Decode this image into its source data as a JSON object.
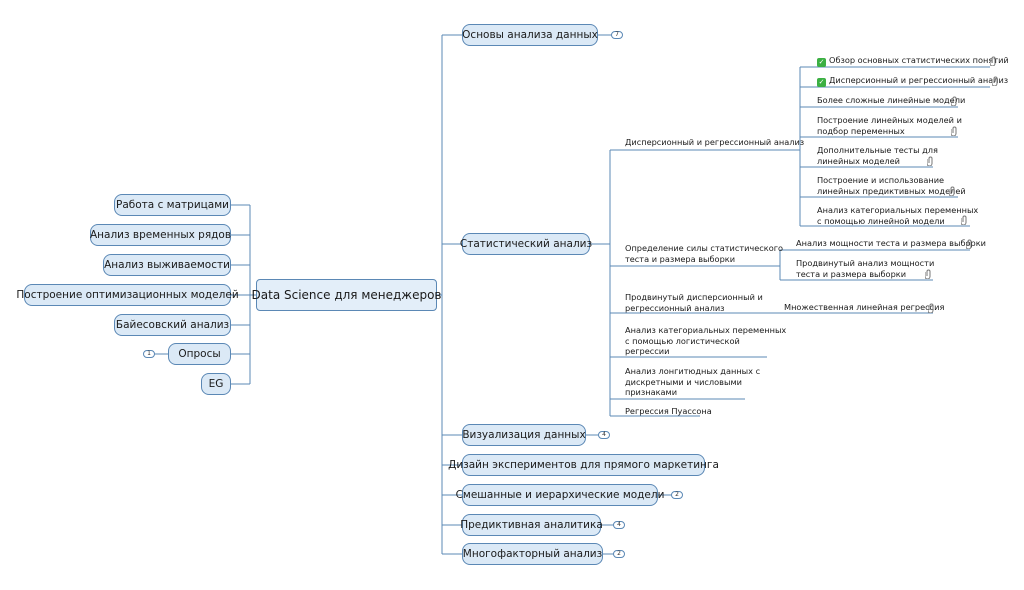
{
  "center": "Data Science для менеджеров",
  "left_topics": [
    {
      "label": "Работа с матрицами"
    },
    {
      "label": "Анализ временных рядов"
    },
    {
      "label": "Анализ выживаемости"
    },
    {
      "label": "Построение оптимизационных моделей"
    },
    {
      "label": "Байесовский анализ"
    },
    {
      "label": "Опросы",
      "badge": "1"
    },
    {
      "label": "EG"
    }
  ],
  "right_topics": [
    {
      "label": "Основы анализа данных",
      "badge": "7"
    },
    {
      "label": "Статистический анализ"
    },
    {
      "label": "Визуализация данных",
      "badge": "4"
    },
    {
      "label": "Дизайн экспериментов для прямого маркетинга"
    },
    {
      "label": "Смешанные и иерархические модели",
      "badge": "2"
    },
    {
      "label": "Предиктивная аналитика",
      "badge": "4"
    },
    {
      "label": "Многофакторный анализ",
      "badge": "2"
    }
  ],
  "stat_subtopics": [
    {
      "lines": [
        "Дисперсионный и регрессионный анализ"
      ]
    },
    {
      "lines": [
        "Определение силы статистического",
        "теста и размера выборки"
      ]
    },
    {
      "lines": [
        "Продвинутый дисперсионный и",
        "регрессионный анализ"
      ]
    },
    {
      "lines": [
        "Анализ категориальных переменных",
        "с помощью логистической",
        "регрессии"
      ]
    },
    {
      "lines": [
        "Анализ лонгитюдных данных с",
        "дискретными и числовыми",
        "признаками"
      ]
    },
    {
      "lines": [
        "Регрессия Пуассона"
      ]
    }
  ],
  "anova_children": [
    {
      "lines": [
        "Обзор основных статистических понятий"
      ],
      "checked": true
    },
    {
      "lines": [
        "Дисперсионный и регрессионный анализ"
      ],
      "checked": true
    },
    {
      "lines": [
        "Более сложные линейные модели"
      ]
    },
    {
      "lines": [
        "Построение линейных моделей и",
        "подбор переменных"
      ]
    },
    {
      "lines": [
        "Дополнительные тесты для",
        "линейных моделей"
      ]
    },
    {
      "lines": [
        "Построение и использование",
        "линейных предиктивных моделей"
      ]
    },
    {
      "lines": [
        "Анализ категориальных переменных",
        "с помощью линейной модели"
      ]
    }
  ],
  "power_children": [
    {
      "lines": [
        "Анализ мощности теста и размера выборки"
      ]
    },
    {
      "lines": [
        "Продвинутый анализ мощности",
        "теста и размера выборки"
      ]
    }
  ],
  "adv_children": [
    {
      "lines": [
        "Множественная линейная регрессия"
      ]
    }
  ],
  "colors": {
    "line": "#5b88b5",
    "node_fill": "#dbe9f6",
    "check": "#3cb043"
  }
}
